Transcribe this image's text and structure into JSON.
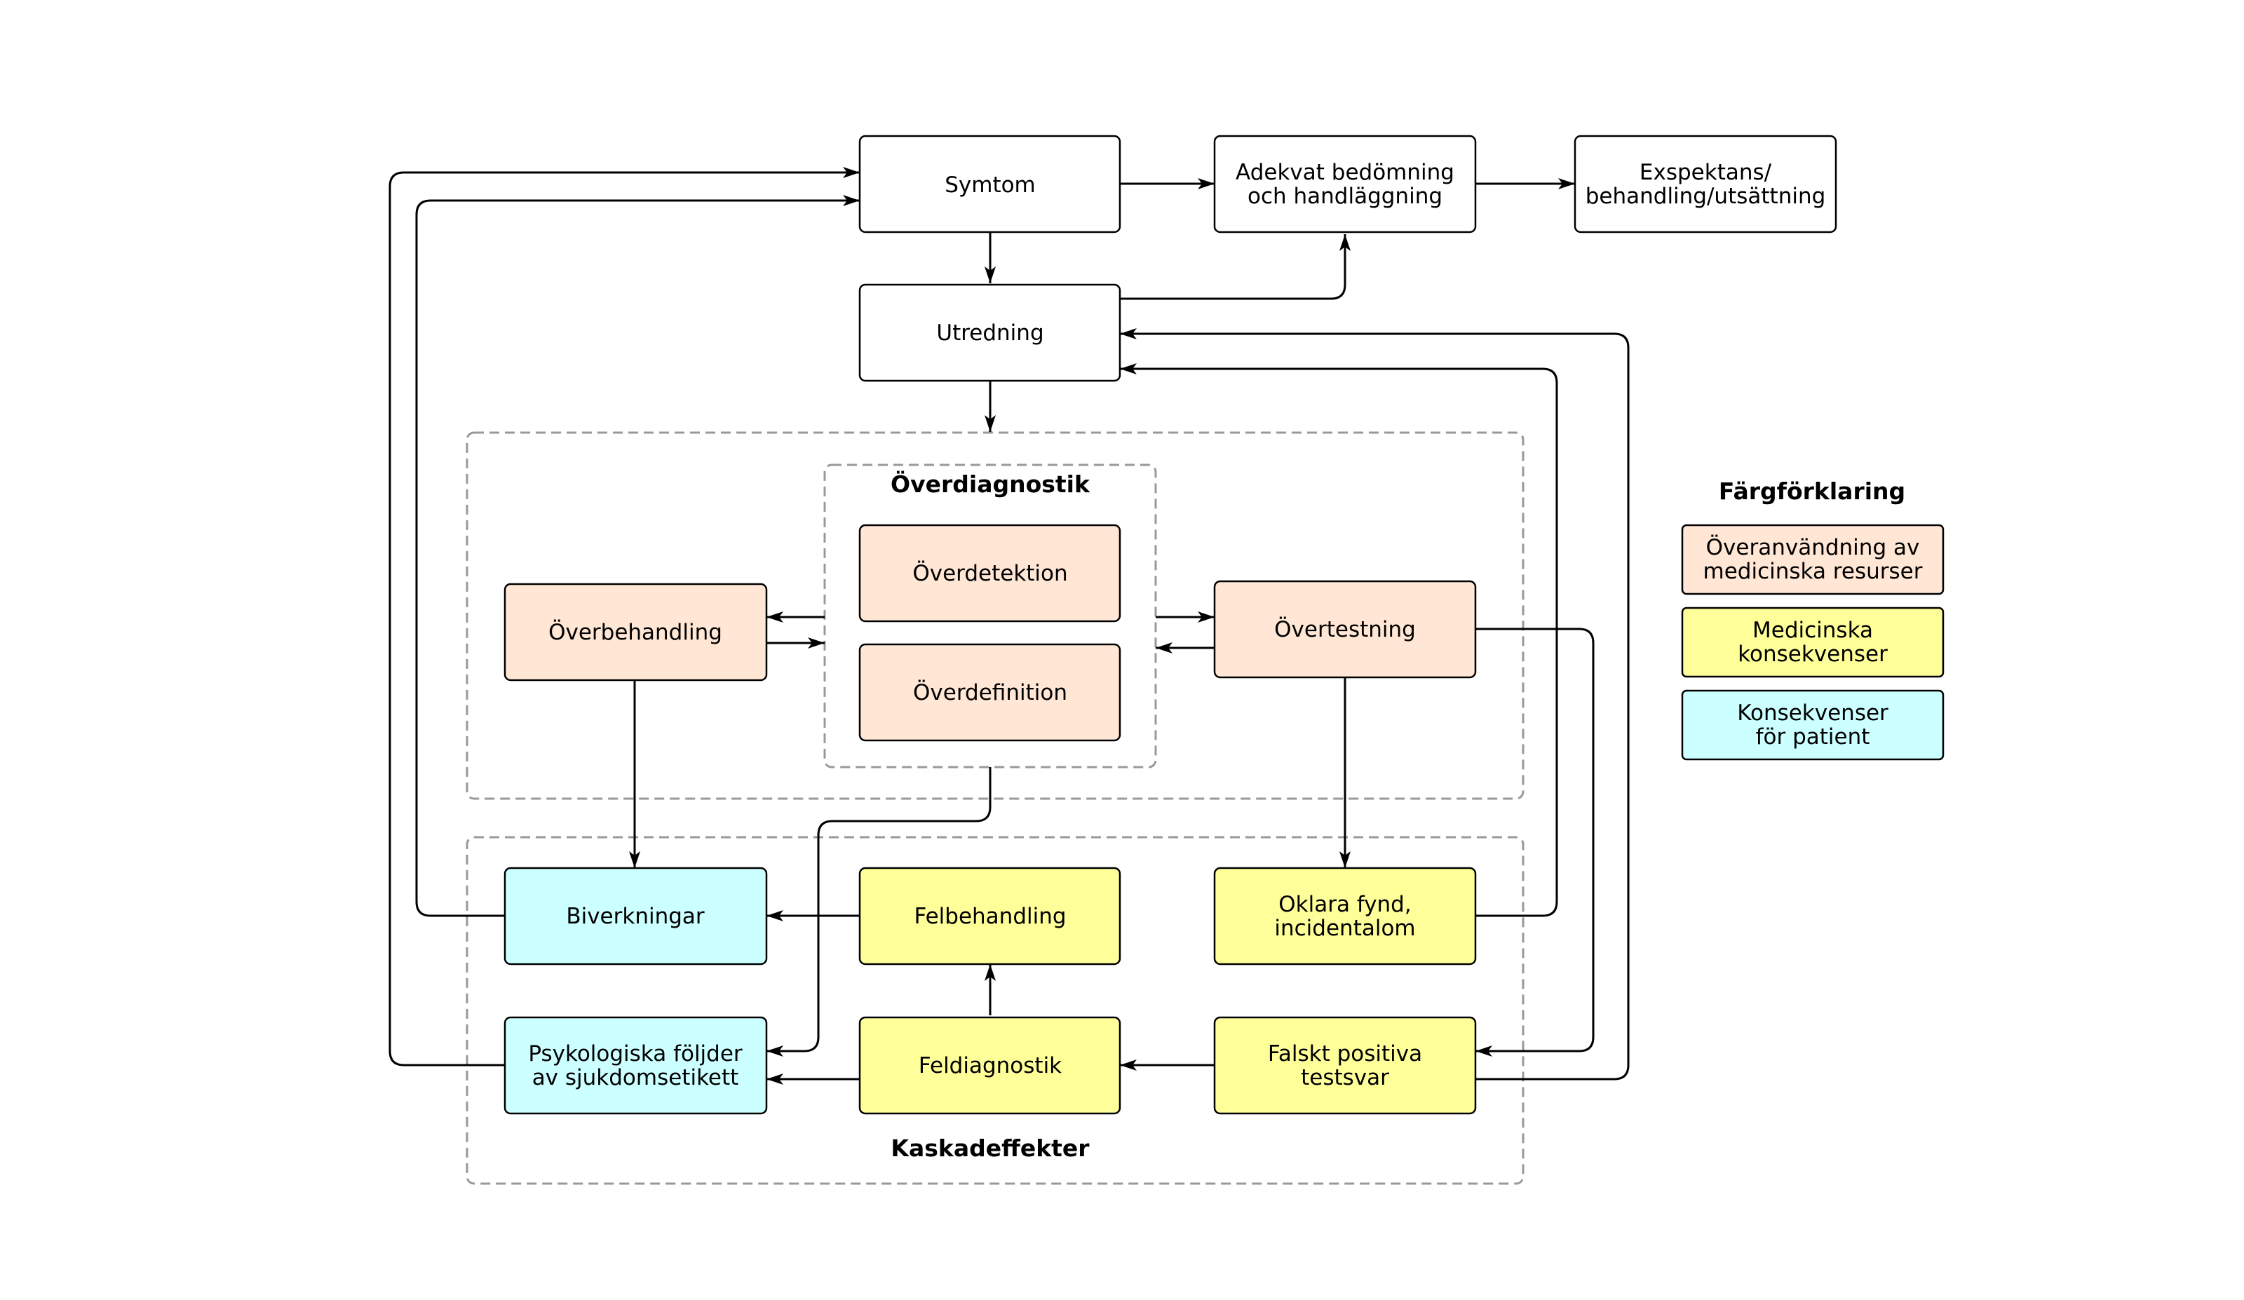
{
  "colors": {
    "overuse": "#ffe6d5",
    "medical": "#ffff99",
    "patient": "#ccffff",
    "neutral": "#ffffff",
    "dashed_border": "#999999"
  },
  "nodes": {
    "symtom": {
      "lines": [
        "Symtom"
      ]
    },
    "adekvat": {
      "lines": [
        "Adekvat bedömning",
        "och handläggning"
      ]
    },
    "exspektans": {
      "lines": [
        "Exspektans/",
        "behandling/utsättning"
      ]
    },
    "utredning": {
      "lines": [
        "Utredning"
      ]
    },
    "overdetektion": {
      "lines": [
        "Överdetektion"
      ]
    },
    "overdefinition": {
      "lines": [
        "Överdefinition"
      ]
    },
    "overbehandling": {
      "lines": [
        "Överbehandling"
      ]
    },
    "overtestning": {
      "lines": [
        "Övertestning"
      ]
    },
    "biverkningar": {
      "lines": [
        "Biverkningar"
      ]
    },
    "felbehandling": {
      "lines": [
        "Felbehandling"
      ]
    },
    "oklara": {
      "lines": [
        "Oklara fynd,",
        "incidentalom"
      ]
    },
    "psykologiska": {
      "lines": [
        "Psykologiska följder",
        "av sjukdomsetikett"
      ]
    },
    "feldiagnostik": {
      "lines": [
        "Feldiagnostik"
      ]
    },
    "falskt": {
      "lines": [
        "Falskt positiva",
        "testsvar"
      ]
    }
  },
  "groups": {
    "overdiagnostik_title": "Överdiagnostik",
    "kaskad_title": "Kaskadeffekter"
  },
  "legend": {
    "title": "Färgförklaring",
    "items": [
      {
        "lines": [
          "Överanvändning av",
          "medicinska resurser"
        ],
        "color": "#ffe6d5"
      },
      {
        "lines": [
          "Medicinska",
          "konsekvenser"
        ],
        "color": "#ffff99"
      },
      {
        "lines": [
          "Konsekvenser",
          "för patient"
        ],
        "color": "#ccffff"
      }
    ]
  }
}
